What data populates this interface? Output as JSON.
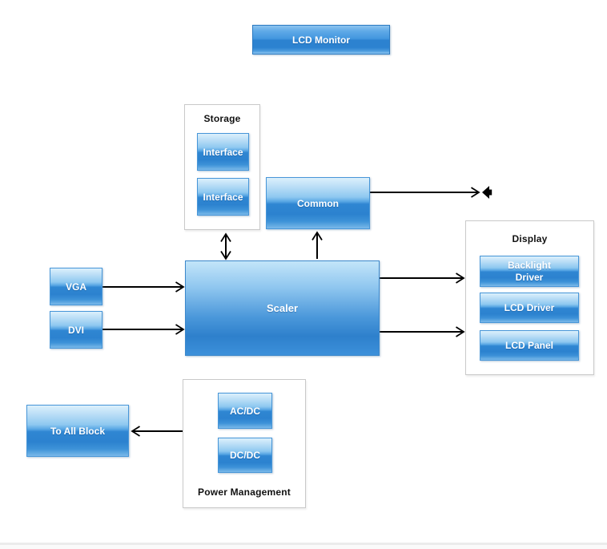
{
  "diagram": {
    "lcd_monitor": {
      "label": "LCD Monitor"
    },
    "storage": {
      "title": "Storage",
      "blocks": [
        {
          "label": "Interface"
        },
        {
          "label": "Interface"
        }
      ]
    },
    "common": {
      "label": "Common"
    },
    "display": {
      "title": "Display",
      "blocks": [
        {
          "label": "Backlight Driver"
        },
        {
          "label": "LCD Driver"
        },
        {
          "label": "LCD Panel"
        }
      ]
    },
    "inputs": [
      {
        "label": "VGA"
      },
      {
        "label": "DVI"
      }
    ],
    "scaler": {
      "label": "Scaler"
    },
    "power": {
      "title": "Power Management",
      "blocks": [
        {
          "label": "AC/DC"
        },
        {
          "label": "DC/DC"
        }
      ]
    },
    "to_all_block": {
      "label": "To All Block"
    },
    "icons": {
      "audio_out": "speaker-icon"
    },
    "colors": {
      "block_fill_accent": "#2e86d0",
      "block_border": "#4796d8",
      "dark_block_border": "#2b7ac1",
      "group_border": "#c9c9c9",
      "arrow": "#000000"
    }
  }
}
